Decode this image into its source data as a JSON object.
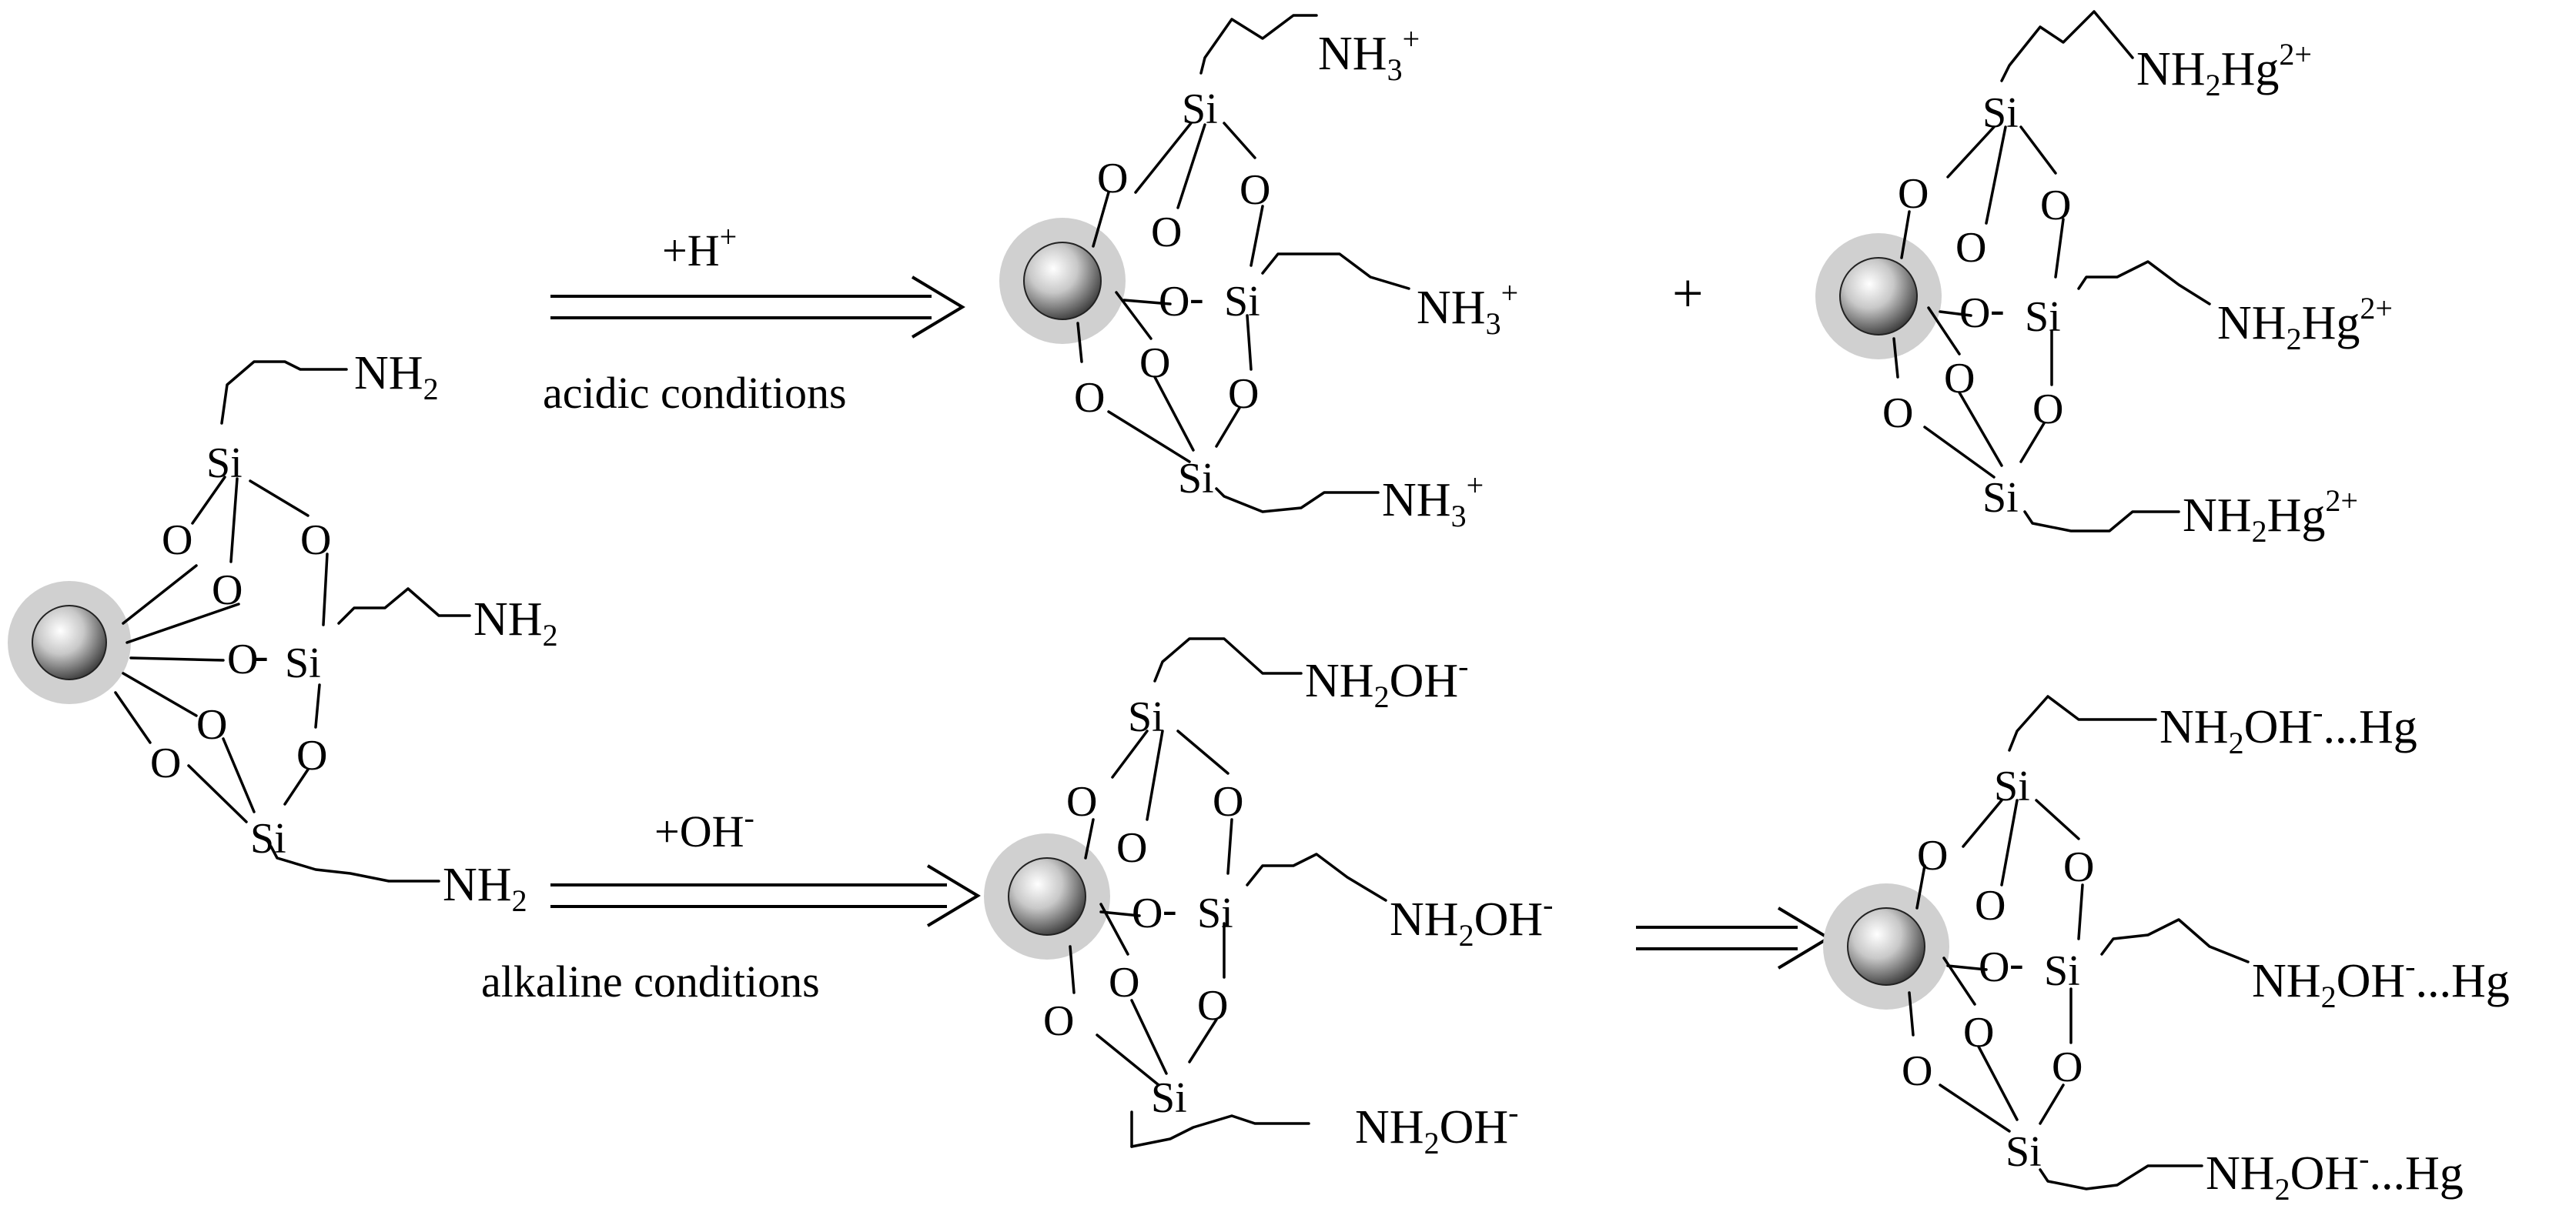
{
  "atoms": {
    "si": "Si",
    "o": "O"
  },
  "bridge_label": "-O-",
  "reactant": {
    "groups": [
      {
        "main": "NH",
        "sub": "2"
      },
      {
        "main": "NH",
        "sub": "2"
      },
      {
        "main": "NH",
        "sub": "2"
      }
    ]
  },
  "acid_arrow": {
    "top": "+H",
    "top_sup": "+",
    "bottom": "acidic conditions"
  },
  "alkaline_arrow": {
    "top": "+OH",
    "top_sup": "-",
    "bottom": "alkaline conditions"
  },
  "plus_sign": "+",
  "acid_product": {
    "groups": [
      {
        "main": "NH",
        "sub": "3",
        "sup": "+"
      },
      {
        "main": "NH",
        "sub": "3",
        "sup": "+"
      },
      {
        "main": "NH",
        "sub": "3",
        "sup": "+"
      }
    ]
  },
  "mercury_product": {
    "groups": [
      {
        "main": "NH",
        "sub": "2",
        "tail": "Hg",
        "sup": "2+"
      },
      {
        "main": "NH",
        "sub": "2",
        "tail": "Hg",
        "sup": "2+"
      },
      {
        "main": "NH",
        "sub": "2",
        "tail": "Hg",
        "sup": "2+"
      }
    ]
  },
  "alkaline_product": {
    "groups": [
      {
        "main": "NH",
        "sub": "2",
        "tail": "OH",
        "sup": "-"
      },
      {
        "main": "NH",
        "sub": "2",
        "tail": "OH",
        "sup": "-"
      },
      {
        "main": "NH",
        "sub": "2",
        "tail": "OH",
        "sup": "-"
      }
    ]
  },
  "alkaline_mercury_product": {
    "groups": [
      {
        "main": "NH",
        "sub": "2",
        "tail": "OH",
        "sup": "-",
        "end": "...Hg"
      },
      {
        "main": "NH",
        "sub": "2",
        "tail": "OH",
        "sup": "-",
        "end": "...Hg"
      },
      {
        "main": "NH",
        "sub": "2",
        "tail": "OH",
        "sup": "-",
        "end": "...Hg"
      }
    ]
  }
}
